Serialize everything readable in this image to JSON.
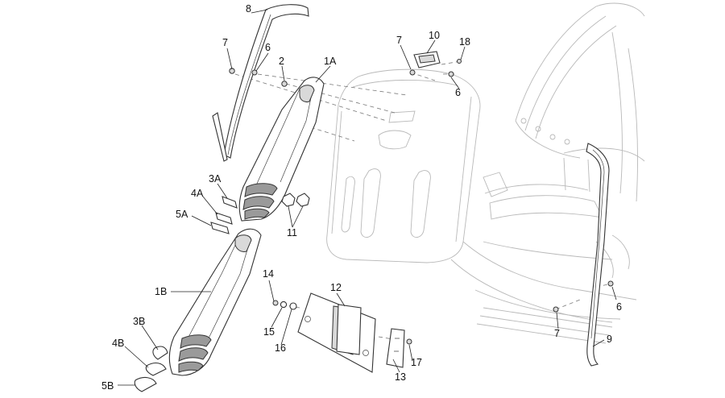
{
  "callouts": {
    "c8": "8",
    "c7a": "7",
    "c6a": "6",
    "c2": "2",
    "c1A": "1A",
    "c7b": "7",
    "c10": "10",
    "c18": "18",
    "c6b": "6",
    "c3A": "3A",
    "c4A": "4A",
    "c5A": "5A",
    "c11": "11",
    "c14": "14",
    "c12": "12",
    "c1B": "1B",
    "c15": "15",
    "c16": "16",
    "c3B": "3B",
    "c4B": "4B",
    "c5B": "5B",
    "c13": "13",
    "c17": "17",
    "c6c": "6",
    "c7c": "7",
    "c9": "9"
  }
}
